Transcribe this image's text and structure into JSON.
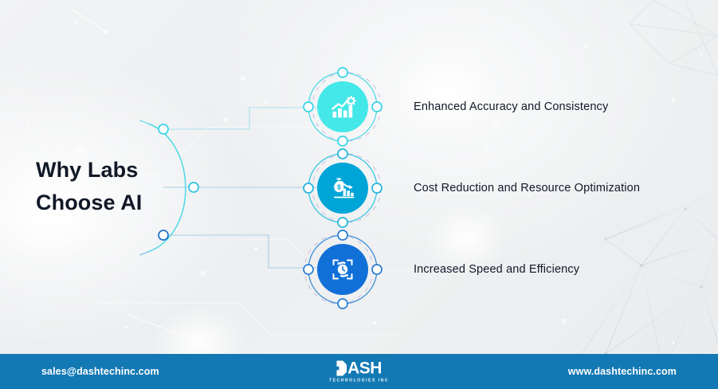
{
  "page": {
    "title_line1": "Why Labs",
    "title_line2": "Choose AI",
    "title": "Why Labs\nChoose AI",
    "background_color": "#eceef0",
    "title_color": "#111827"
  },
  "items": [
    {
      "label": "Enhanced Accuracy and Consistency",
      "icon": "growth-chart-gear-icon",
      "disc_color": "#45e8e8",
      "ring_color": "#3fd9e6",
      "node_color": "#2dd4e8"
    },
    {
      "label": "Cost Reduction and Resource Optimization",
      "icon": "money-bag-declining-chart-icon",
      "disc_color": "#00a5d8",
      "ring_color": "#22b8e0",
      "node_color": "#19a9da"
    },
    {
      "label": "Increased Speed and Efficiency",
      "icon": "clock-refresh-scan-icon",
      "disc_color": "#1170d8",
      "ring_color": "#2f7fd4",
      "node_color": "#1b6fd0"
    }
  ],
  "footer": {
    "email": "sales@dashtechinc.com",
    "website": "www.dashtechinc.com",
    "logo_word": "ASH",
    "logo_tagline": "TECHNOLOGIES INC",
    "background_color": "#1379b4",
    "text_color": "#ffffff"
  }
}
